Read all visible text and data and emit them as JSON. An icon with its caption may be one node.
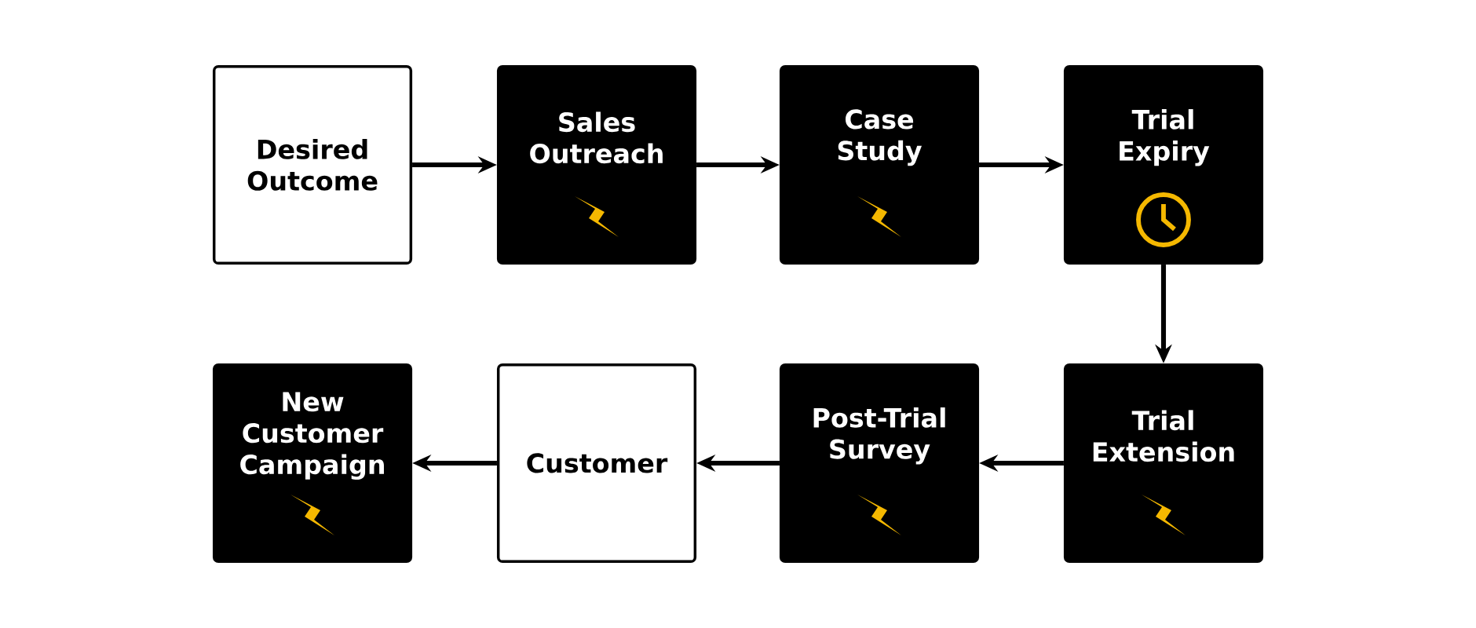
{
  "diagram": {
    "nodes": [
      {
        "text": [
          "Desired Outcome"
        ]
      },
      {
        "text": [
          "Sales Outreach"
        ]
      },
      {
        "text": [
          "Case Study"
        ]
      },
      {
        "text": [
          "Trial Expiry"
        ]
      },
      {
        "text": [
          "New Customer Campaign"
        ]
      },
      {
        "text": [
          "Customer"
        ]
      },
      {
        "text": [
          "Post-Trial Survey"
        ]
      },
      {
        "text": [
          "Trial Extension"
        ]
      }
    ],
    "edges": [
      {
        "from": 0,
        "to": 1,
        "arrow": "to"
      },
      {
        "from": 1,
        "to": 2,
        "arrow": "to"
      },
      {
        "from": 2,
        "to": 3,
        "arrow": "to"
      },
      {
        "from": 3,
        "to": 7,
        "arrow": "to"
      },
      {
        "from": 7,
        "to": 6,
        "arrow": "to"
      },
      {
        "from": 6,
        "to": 5,
        "arrow": "to"
      },
      {
        "from": 5,
        "to": 4,
        "arrow": "to"
      }
    ]
  }
}
